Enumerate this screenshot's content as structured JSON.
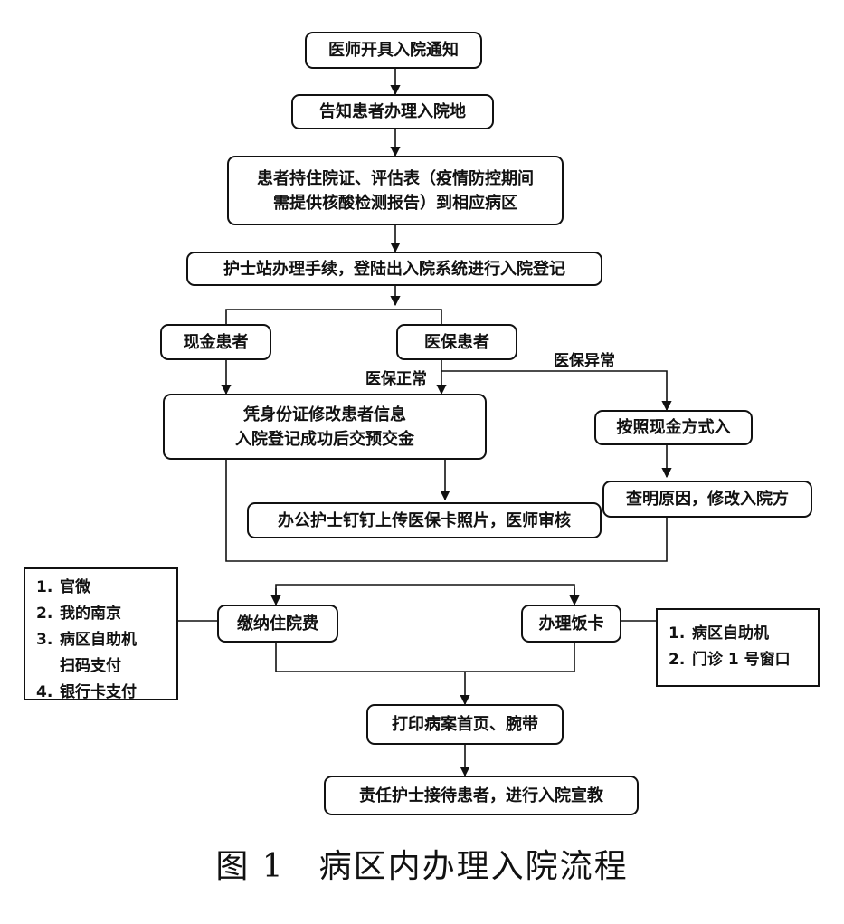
{
  "nodes": {
    "n1": "医师开具入院通知",
    "n2": "告知患者办理入院地",
    "n3": "患者持住院证、评估表（疫情防控期间\n需提供核酸检测报告）到相应病区",
    "n4": "护士站办理手续，登陆出入院系统进行入院登记",
    "cash": "现金患者",
    "ins": "医保患者",
    "verify": "凭身份证修改患者信息\n入院登记成功后交预交金",
    "cashmode": "按照现金方式入",
    "upload": "办公护士钉钉上传医保卡照片，医师审核",
    "fix": "查明原因，修改入院方",
    "pay": "缴纳住院费",
    "meal": "办理饭卡",
    "print": "打印病案首页、腕带",
    "final": "责任护士接待患者，进行入院宣教"
  },
  "labels": {
    "ins_normal": "医保正常",
    "ins_abnormal": "医保异常"
  },
  "pay_options": [
    {
      "num": "1.",
      "text": "官微"
    },
    {
      "num": "2.",
      "text": "我的南京"
    },
    {
      "num": "3.",
      "text": "病区自助机"
    },
    {
      "num": "",
      "text": "扫码支付"
    },
    {
      "num": "4.",
      "text": "银行卡支付"
    }
  ],
  "meal_options": [
    {
      "num": "1.",
      "text": "病区自助机"
    },
    {
      "num": "2.",
      "text": "门诊 1 号窗口"
    }
  ],
  "caption": "图 1　病区内办理入院流程"
}
